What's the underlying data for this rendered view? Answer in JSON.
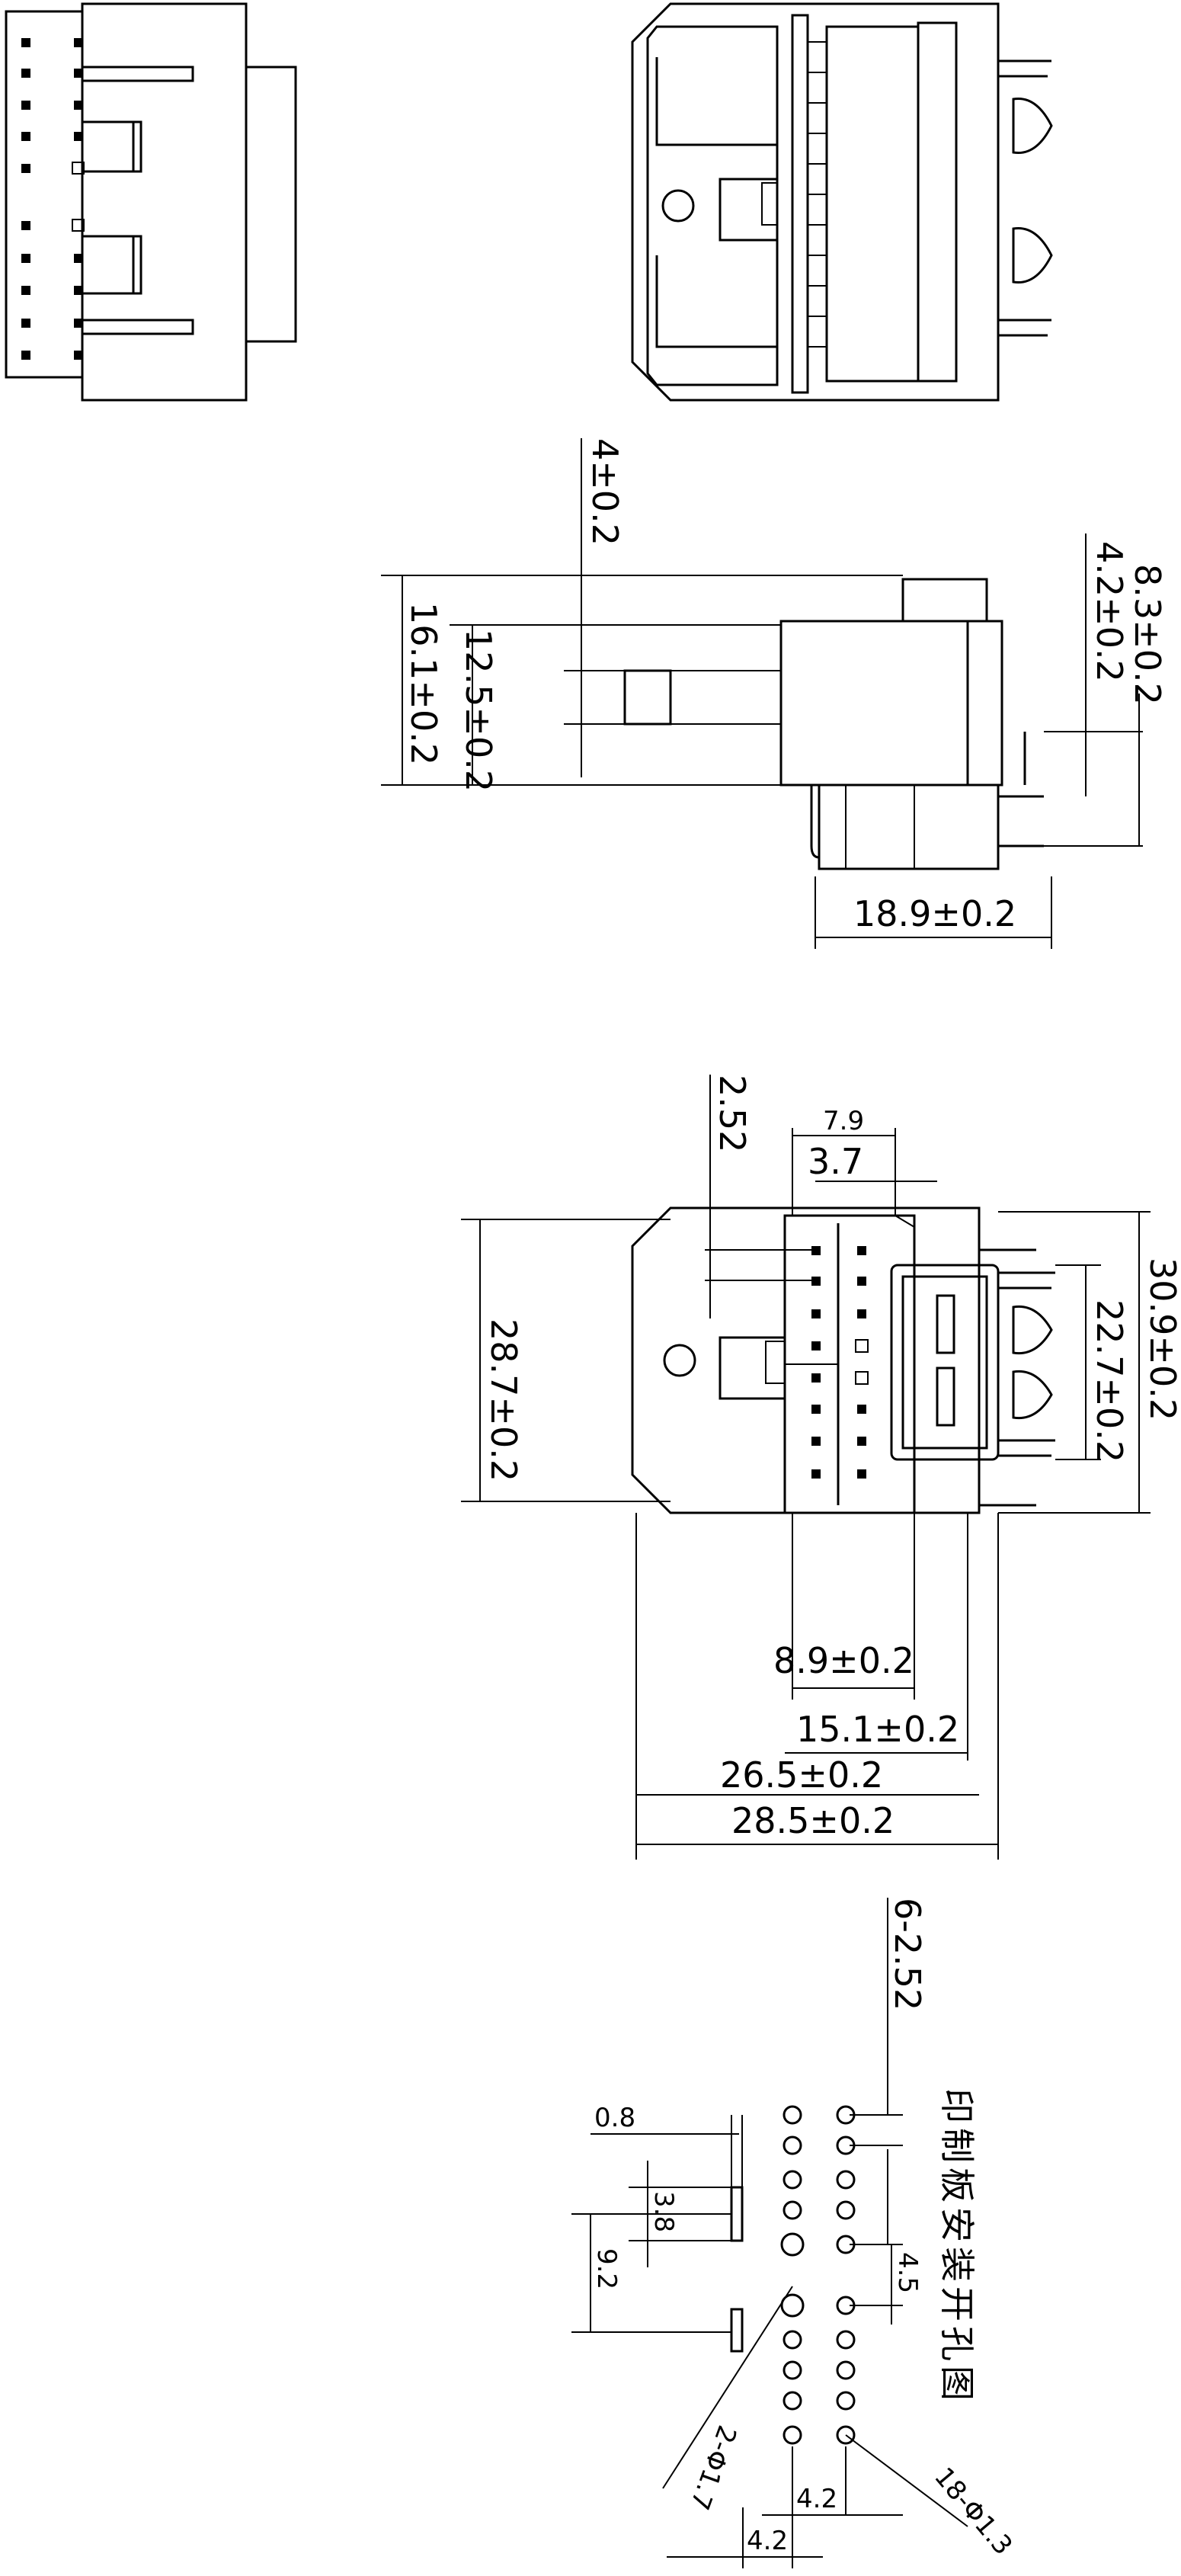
{
  "views": {
    "side": {
      "dims": {
        "pin_offset": "4±0.2",
        "overall_height": "16.1±0.2",
        "body_height": "12.5±0.2",
        "tail_span": "8.3±0.2",
        "tail_pitch": "4.2±0.2",
        "depth": "18.9±0.2"
      }
    },
    "front": {
      "dims": {
        "row_pitch": "2.52",
        "pitch_total": "7.9",
        "col_pitch": "3.7",
        "housing_height": "28.7±0.2",
        "key_height": "22.7±0.2",
        "overall_height": "30.9±0.2",
        "contact_width": "8.9±0.2",
        "body_width": "15.1±0.2",
        "width_26": "26.5±0.2",
        "width_28": "28.5±0.2"
      }
    },
    "pcb": {
      "title": "印制板安装开孔图",
      "dims": {
        "pitch_label": "6-2.52",
        "slot_width": "0.8",
        "slot_length": "3.8",
        "slot_span": "9.2",
        "row_offset": "4.5",
        "hole_large": "2-Φ1.7",
        "hole_small": "18-Φ1.3",
        "col_spacing_a": "4.2",
        "col_spacing_b": "4.2"
      }
    }
  }
}
